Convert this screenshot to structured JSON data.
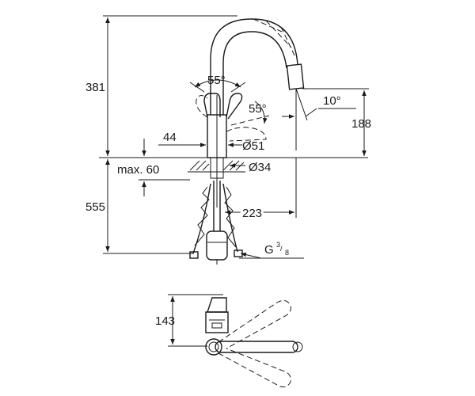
{
  "dimensions": {
    "total_height_upper": "381",
    "lower_height": "555",
    "spout_height": "188",
    "lever_angle_top": "55°",
    "lever_angle_side": "55°",
    "spray_angle": "10°",
    "body_offset": "44",
    "body_diameter": "Ø51",
    "hole_diameter": "Ø34",
    "max_thickness": "max. 60",
    "hose_reach": "223",
    "connection": "G",
    "connection_num": "3",
    "connection_den": "8",
    "plan_depth": "143"
  }
}
